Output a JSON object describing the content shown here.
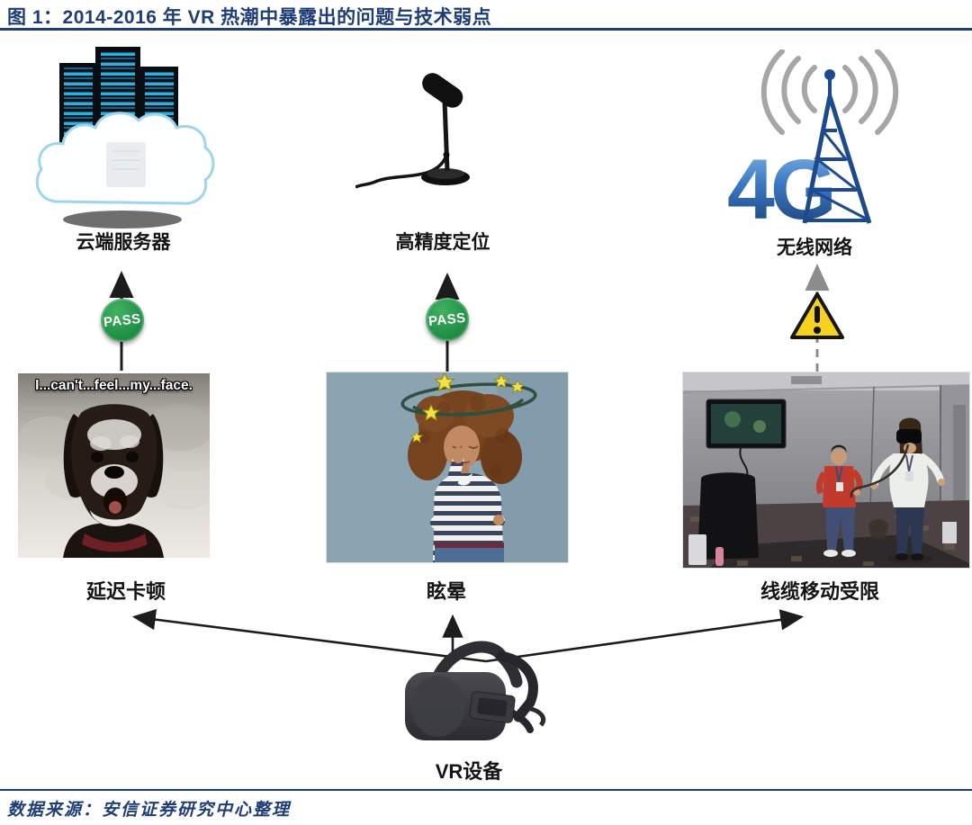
{
  "header": {
    "figure_title": "图 1：2014-2016 年 VR 热潮中暴露出的问题与技术弱点"
  },
  "columns": [
    {
      "tech_label": "云端服务器",
      "icon": "cloud-server-icon",
      "status_type": "pass",
      "status_label": "PASS",
      "problem_label": "延迟卡顿",
      "meme_caption": "I...can't...feel...my...face."
    },
    {
      "tech_label": "高精度定位",
      "icon": "tracking-sensor-icon",
      "status_type": "pass",
      "status_label": "PASS",
      "problem_label": "眩晕"
    },
    {
      "tech_label": "无线网络",
      "icon": "4g-wireless-tower-icon",
      "icon_text": "4G",
      "status_type": "warning",
      "problem_label": "线缆移动受限"
    }
  ],
  "device": {
    "label": "VR设备"
  },
  "footer": {
    "source_note": "数据来源：安信证券研究中心整理"
  },
  "colors": {
    "title_blue": "#1e3c78",
    "pass_green": "#219046",
    "warning_yellow": "#f6d21c",
    "network_blue": "#1d4a8c",
    "arrow_black": "#1c1c1c"
  }
}
